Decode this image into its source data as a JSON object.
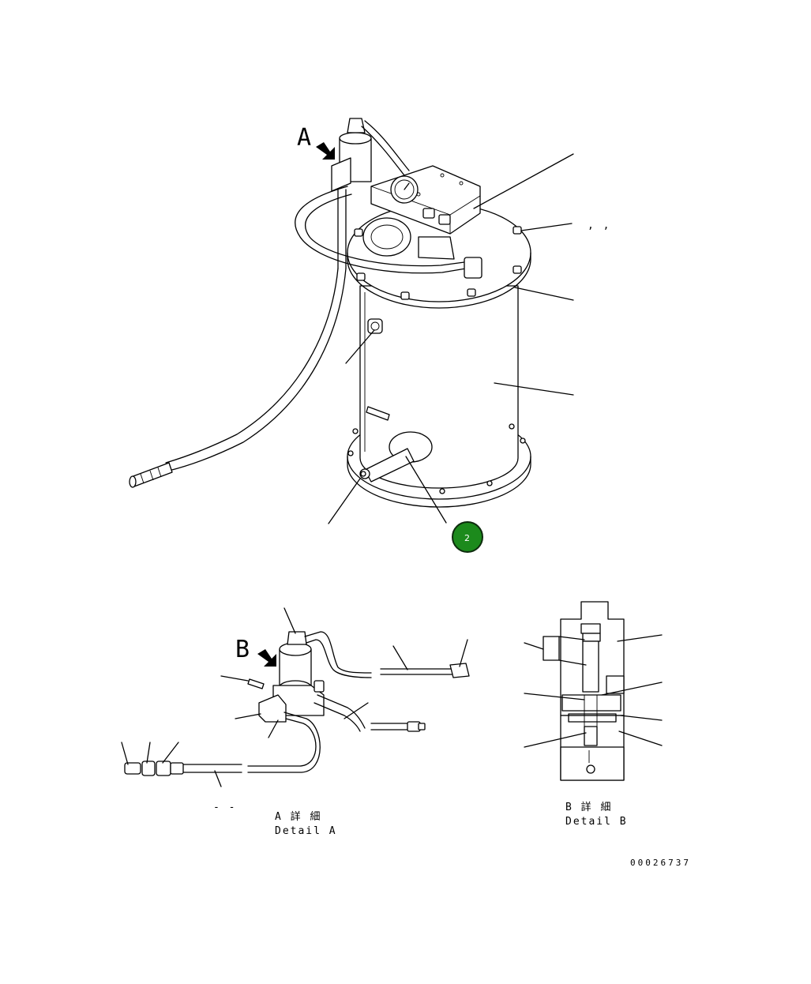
{
  "view_labels": {
    "a": "A",
    "b": "B"
  },
  "leader_punct": ", ,",
  "badge": {
    "text": "2",
    "fill": "#1c8a1c",
    "ring": "#0d2b0d"
  },
  "detail_a": {
    "line1": "A 詳 細",
    "line2": "Detail A"
  },
  "detail_b": {
    "line1": "B 詳 細",
    "line2": "Detail B"
  },
  "dash_mark": "-  -",
  "drawing_number": "00026737"
}
